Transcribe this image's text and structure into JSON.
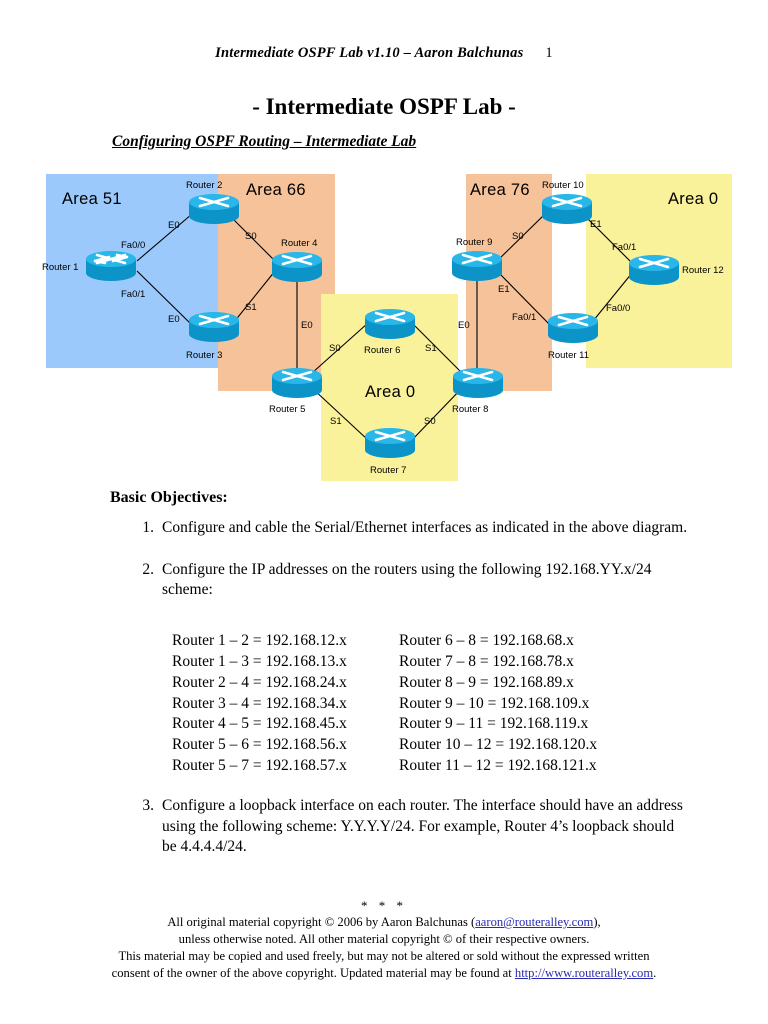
{
  "header": {
    "running_title": "Intermediate OSPF Lab v1.10 – Aaron Balchunas",
    "page_number": "1"
  },
  "title": "- Intermediate OSPF Lab -",
  "subtitle": "Configuring OSPF Routing – Intermediate Lab",
  "diagram": {
    "colors": {
      "area51_blue": "#9CC9FB",
      "area66_orange": "#F6C29A",
      "area76_orange": "#F6C29A",
      "area0_yellow": "#FAF29B",
      "router_body": "#0C94C8",
      "router_top": "#29B6E8",
      "link_line": "#000000"
    },
    "zones": [
      {
        "label": "Area 51"
      },
      {
        "label": "Area 66"
      },
      {
        "label": "Area 0"
      },
      {
        "label": "Area 76"
      },
      {
        "label": "Area 0"
      }
    ],
    "routers": [
      {
        "name": "Router 1"
      },
      {
        "name": "Router 2"
      },
      {
        "name": "Router 3"
      },
      {
        "name": "Router 4"
      },
      {
        "name": "Router 5"
      },
      {
        "name": "Router 6"
      },
      {
        "name": "Router 7"
      },
      {
        "name": "Router 8"
      },
      {
        "name": "Router 9"
      },
      {
        "name": "Router 10"
      },
      {
        "name": "Router 11"
      },
      {
        "name": "Router 12"
      }
    ],
    "interfaces": [
      {
        "label": "E0"
      },
      {
        "label": "Fa0/0"
      },
      {
        "label": "Fa0/1"
      },
      {
        "label": "E0"
      },
      {
        "label": "S0"
      },
      {
        "label": "S1"
      },
      {
        "label": "E0"
      },
      {
        "label": "S0"
      },
      {
        "label": "S1"
      },
      {
        "label": "S1"
      },
      {
        "label": "S0"
      },
      {
        "label": "E0"
      },
      {
        "label": "S0"
      },
      {
        "label": "E1"
      },
      {
        "label": "E1"
      },
      {
        "label": "Fa0/1"
      },
      {
        "label": "Fa0/1"
      },
      {
        "label": "Fa0/0"
      }
    ]
  },
  "objectives": {
    "heading": "Basic Objectives:",
    "items": [
      {
        "num": "1.",
        "text": "Configure and cable the Serial/Ethernet interfaces as indicated in the above diagram."
      },
      {
        "num": "2.",
        "text": "Configure the IP addresses on the routers using the following 192.168.YY.x/24 scheme:"
      },
      {
        "num": "3.",
        "text": "Configure a loopback interface on each router. The interface should have an address using the following scheme: Y.Y.Y.Y/24. For example, Router 4’s loopback should be 4.4.4.4/24."
      }
    ]
  },
  "ip_scheme": {
    "rows": [
      {
        "left": "Router 1 – 2 = 192.168.12.x",
        "right": "Router 6 – 8 = 192.168.68.x"
      },
      {
        "left": "Router 1 – 3 = 192.168.13.x",
        "right": "Router 7 – 8 = 192.168.78.x"
      },
      {
        "left": "Router 2 – 4 = 192.168.24.x",
        "right": "Router 8 – 9 = 192.168.89.x"
      },
      {
        "left": "Router 3 – 4 = 192.168.34.x",
        "right": "Router 9 – 10 = 192.168.109.x"
      },
      {
        "left": "Router 4 – 5 = 192.168.45.x",
        "right": "Router 9 – 11 = 192.168.119.x"
      },
      {
        "left": "Router 5 – 6 = 192.168.56.x",
        "right": "Router 10 – 12 = 192.168.120.x"
      },
      {
        "left": "Router 5 – 7 = 192.168.57.x",
        "right": "Router 11 – 12 = 192.168.121.x"
      }
    ]
  },
  "footer": {
    "stars": "* * *",
    "line1_pre": "All original material copyright © 2006 by Aaron Balchunas (",
    "line1_link": "aaron@routeralley.com",
    "line1_post": "),",
    "line2": "unless otherwise noted.  All other material copyright © of their respective owners.",
    "line3": "This material may be copied and used freely, but may not be altered or sold without the expressed written",
    "line4_pre": "consent of the owner of the above copyright. Updated material may be found at ",
    "line4_link": "http://www.routeralley.com",
    "line4_post": "."
  }
}
